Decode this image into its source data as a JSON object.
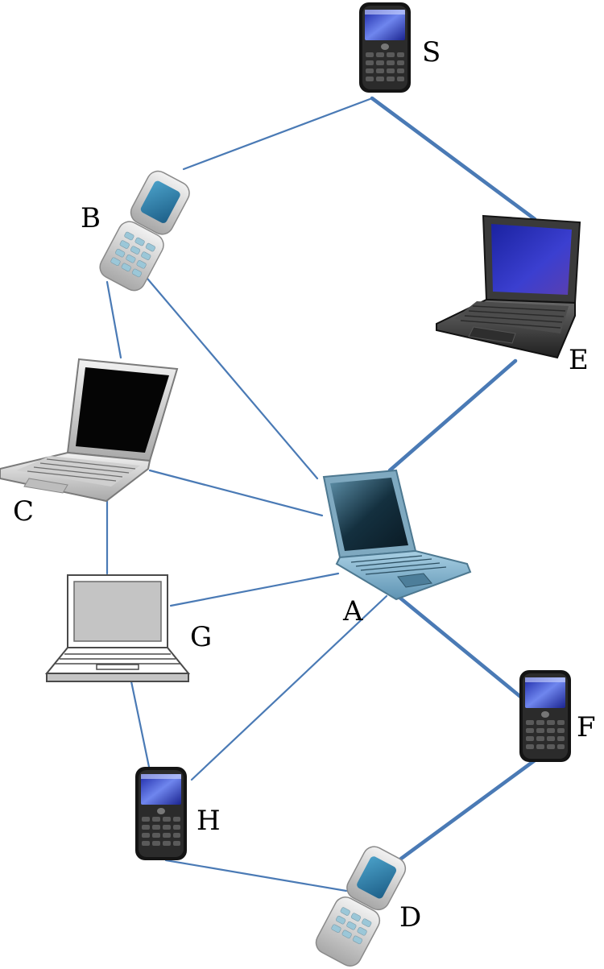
{
  "nodes": [
    {
      "id": "S",
      "label": "S",
      "device": "smartphone-icon"
    },
    {
      "id": "B",
      "label": "B",
      "device": "flip-phone-icon"
    },
    {
      "id": "E",
      "label": "E",
      "device": "laptop-dark-icon"
    },
    {
      "id": "C",
      "label": "C",
      "device": "laptop-silver-icon"
    },
    {
      "id": "A",
      "label": "A",
      "device": "laptop-blue-icon"
    },
    {
      "id": "G",
      "label": "G",
      "device": "laptop-outline-icon"
    },
    {
      "id": "F",
      "label": "F",
      "device": "smartphone-icon"
    },
    {
      "id": "H",
      "label": "H",
      "device": "smartphone-icon"
    },
    {
      "id": "D",
      "label": "D",
      "device": "flip-phone-icon"
    }
  ],
  "edges": [
    {
      "from": "S",
      "to": "B",
      "weight": "thin"
    },
    {
      "from": "S",
      "to": "E",
      "weight": "thick"
    },
    {
      "from": "B",
      "to": "C",
      "weight": "thin"
    },
    {
      "from": "B",
      "to": "A",
      "weight": "thin"
    },
    {
      "from": "E",
      "to": "A",
      "weight": "thick"
    },
    {
      "from": "C",
      "to": "A",
      "weight": "thin"
    },
    {
      "from": "C",
      "to": "G",
      "weight": "thin"
    },
    {
      "from": "G",
      "to": "A",
      "weight": "thin"
    },
    {
      "from": "G",
      "to": "H",
      "weight": "thin"
    },
    {
      "from": "H",
      "to": "A",
      "weight": "thin"
    },
    {
      "from": "A",
      "to": "F",
      "weight": "thick"
    },
    {
      "from": "F",
      "to": "D",
      "weight": "thick"
    },
    {
      "from": "H",
      "to": "D",
      "weight": "thin"
    }
  ],
  "colors": {
    "edge": "#4a7ab5",
    "screen_blue": "#2a36b8",
    "screen_black": "#050505",
    "screen_teal": "#2e5e7a",
    "laptop_blue_body": "#7fb3cf"
  }
}
